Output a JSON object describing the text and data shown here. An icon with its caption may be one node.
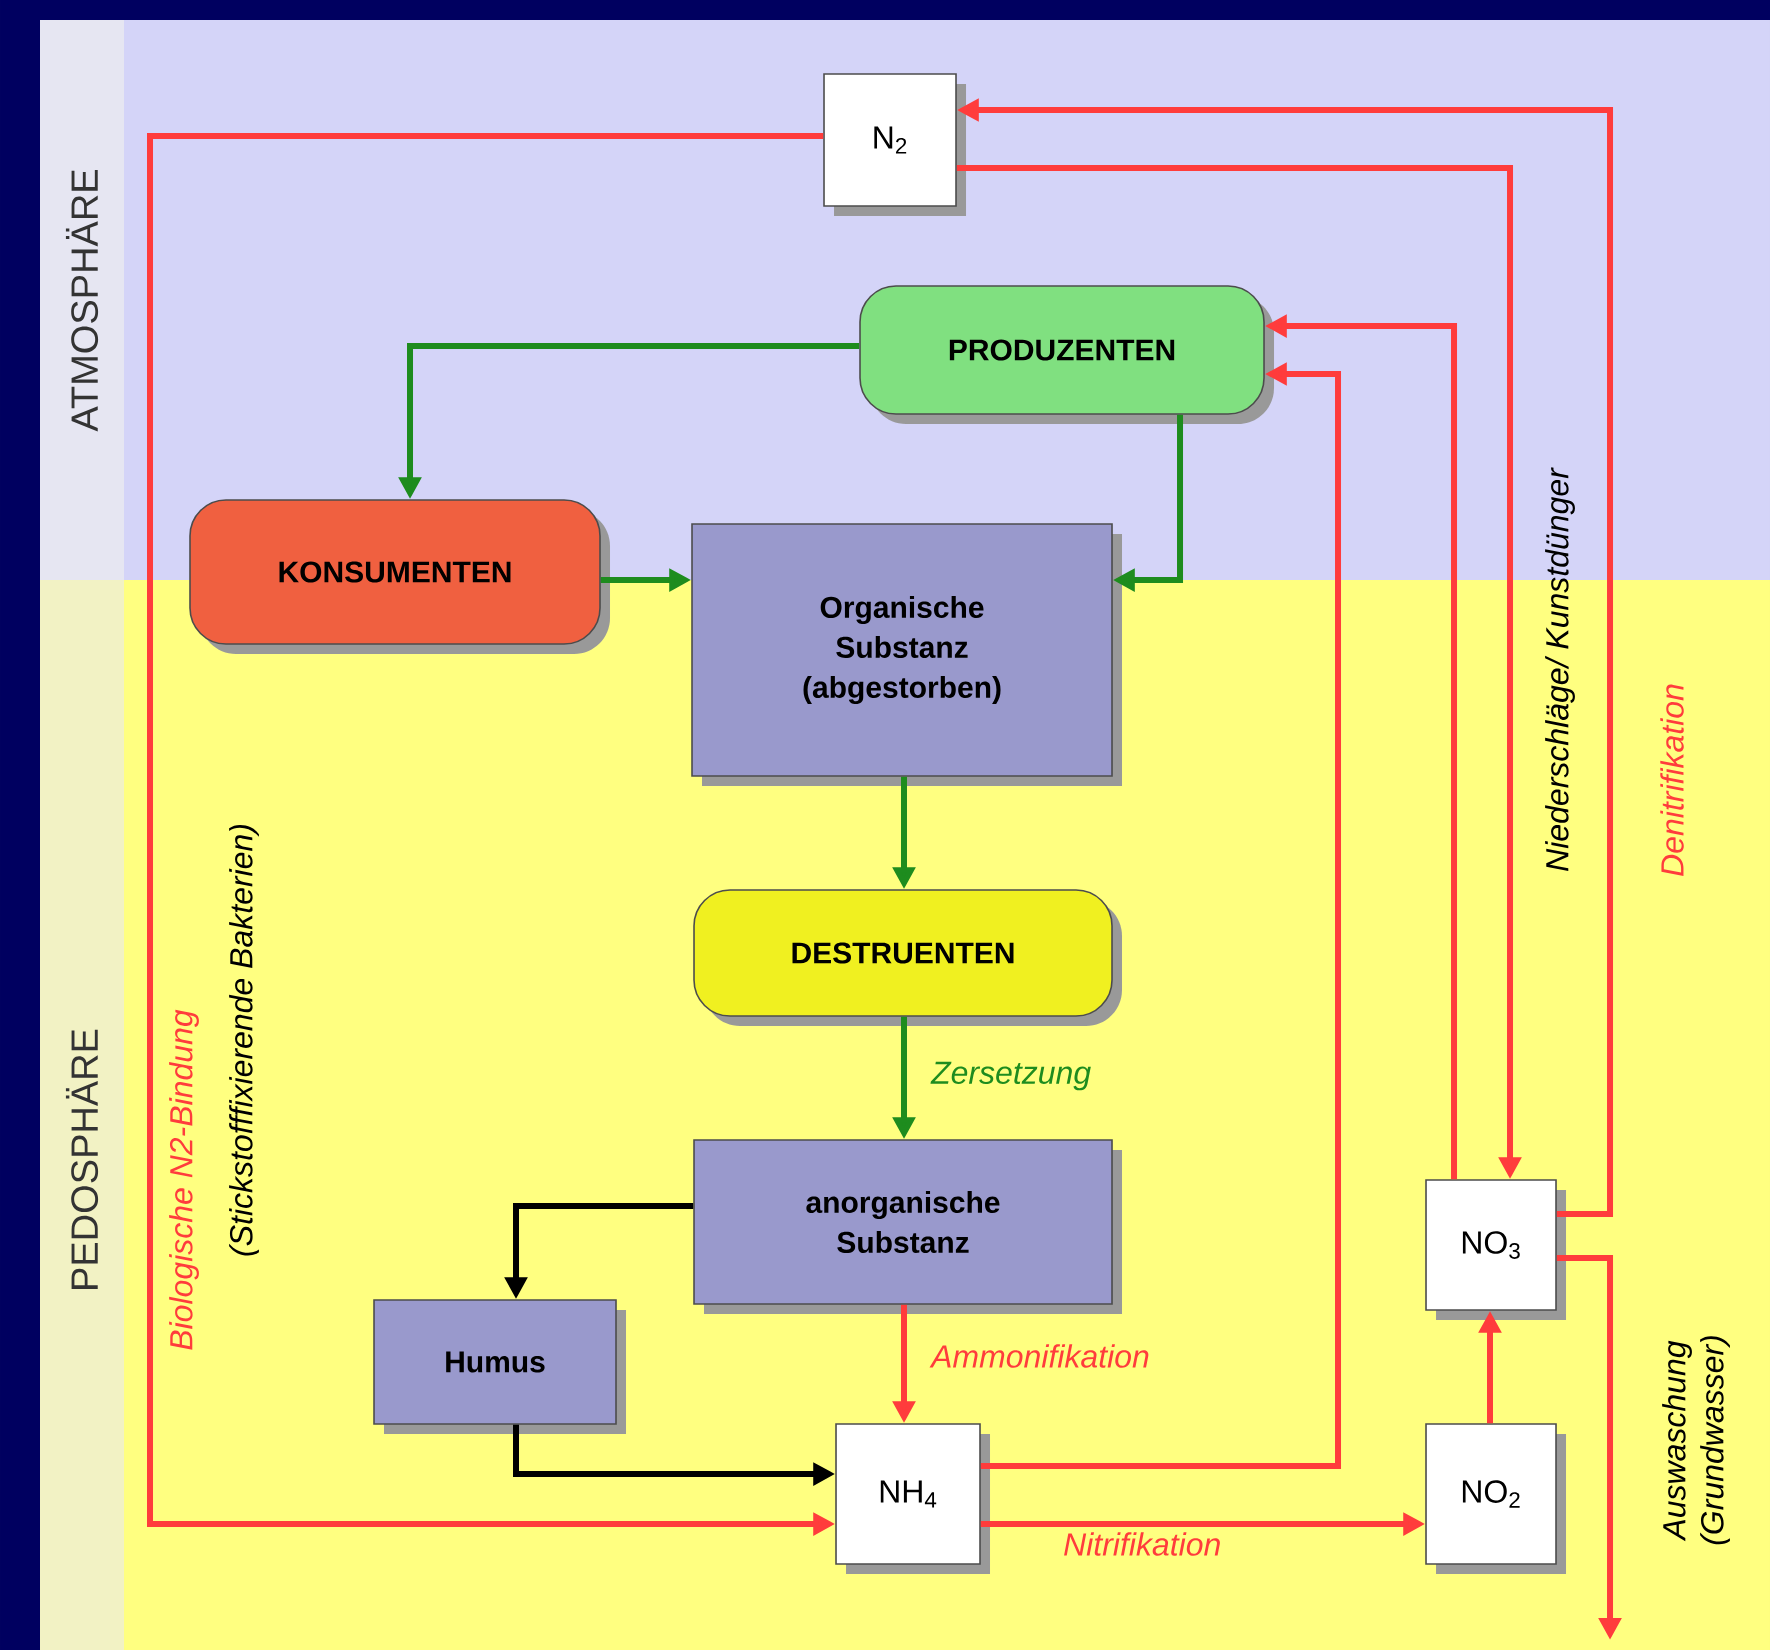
{
  "diagram": {
    "nodes": [
      {
        "text": [
          "ATMOSPHÄRE"
        ]
      },
      {
        "text": [
          "PEDOSPHÄRE"
        ]
      },
      {
        "text": [
          "N$_{2}$"
        ],
        "in": 0
      },
      {
        "text": [
          "PRODUZENTEN"
        ],
        "in": 0
      },
      {
        "text": [
          "KONSUMENTEN"
        ]
      },
      {
        "text": [
          "Organische Substanz (abgestorben)"
        ]
      },
      {
        "text": [
          "DESTRUENTEN"
        ],
        "in": 1
      },
      {
        "text": [
          "anorganische Substanz"
        ],
        "in": 1
      },
      {
        "text": [
          "Humus"
        ],
        "in": 1
      },
      {
        "text": [
          "NH$_{4}$"
        ],
        "in": 1
      },
      {
        "text": [
          "NO$_{2}$"
        ],
        "in": 1
      },
      {
        "text": [
          "NO$_{3}$"
        ],
        "in": 1
      }
    ],
    "edges": [
      {
        "from": 3,
        "to": 4,
        "arrow": "to",
        "color": "#1e8c1e"
      },
      {
        "from": 3,
        "to": 5,
        "arrow": "to",
        "color": "#1e8c1e"
      },
      {
        "from": 4,
        "to": 5,
        "arrow": "to",
        "color": "#1e8c1e"
      },
      {
        "from": 5,
        "to": 6,
        "arrow": "to",
        "color": "#1e8c1e"
      },
      {
        "from": 6,
        "to": 7,
        "arrow": "to",
        "color": "#1e8c1e",
        "label": "Zersetzung"
      },
      {
        "from": 7,
        "to": 8,
        "arrow": "to",
        "color": "#000000"
      },
      {
        "from": 8,
        "to": 9,
        "arrow": "to",
        "color": "#000000"
      },
      {
        "from": 7,
        "to": 9,
        "arrow": "to",
        "label": "Ammonifikation"
      },
      {
        "from": 2,
        "to": 9,
        "arrow": "to",
        "label": "Biologische N2-Bindung"
      },
      {
        "from": 9,
        "to": 10,
        "arrow": "to",
        "label": "Nitrifikation"
      },
      {
        "from": 10,
        "to": 11,
        "arrow": "to"
      },
      {
        "from": 9,
        "to": 3,
        "arrow": "to"
      },
      {
        "from": 11,
        "to": 3,
        "arrow": "to"
      },
      {
        "from": 2,
        "to": 11,
        "arrow": "to",
        "label": "Niederschläge/ Kunstdünger"
      },
      {
        "from": 11,
        "to": 2,
        "arrow": "to",
        "label": "Denitrifikation"
      },
      {
        "from": 11,
        "to": null,
        "arrow": "to",
        "label": "Auswaschung (Grundwasser)"
      }
    ],
    "labels": [
      "(Stickstofffixierende Bakterien)"
    ]
  }
}
